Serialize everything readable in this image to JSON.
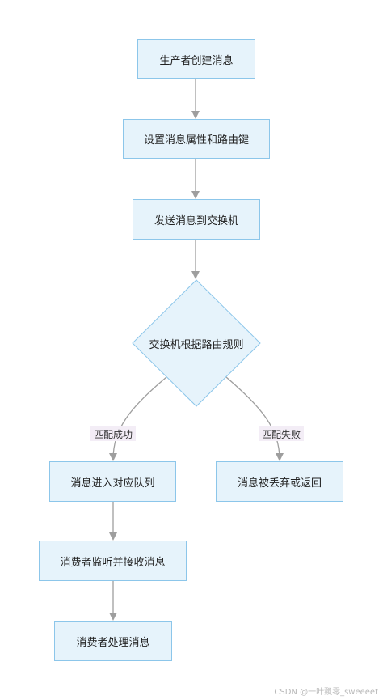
{
  "nodes": {
    "create": "生产者创建消息",
    "set_props": "设置消息属性和路由键",
    "send": "发送消息到交换机",
    "decision": "交换机根据路由规则",
    "enqueue": "消息进入对应队列",
    "drop": "消息被丢弃或返回",
    "consume": "消费者监听并接收消息",
    "process": "消费者处理消息"
  },
  "edges": {
    "success": "匹配成功",
    "fail": "匹配失败"
  },
  "colors": {
    "node_fill": "#e6f3fb",
    "node_border": "#8cc6ea",
    "arrow": "#9e9e9e",
    "label_bg": "#f3edf6"
  },
  "watermark": "CSDN @一叶飘零_sweeeet"
}
